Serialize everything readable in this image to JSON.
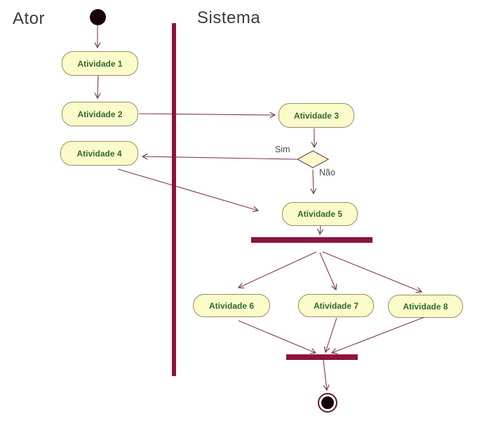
{
  "lanes": [
    {
      "label": "Ator"
    },
    {
      "label": "Sistema"
    }
  ],
  "activities": [
    {
      "label": "Atividade 1"
    },
    {
      "label": "Atividade 2"
    },
    {
      "label": "Atividade 3"
    },
    {
      "label": "Atividade 4"
    },
    {
      "label": "Atividade 5"
    },
    {
      "label": "Atividade 6"
    },
    {
      "label": "Atividade 7"
    },
    {
      "label": "Atividade 8"
    }
  ],
  "decision": {
    "sim_label": "Sim",
    "nao_label": "Não"
  },
  "edges": [
    {
      "from": "start",
      "to": "Atividade 1"
    },
    {
      "from": "Atividade 1",
      "to": "Atividade 2"
    },
    {
      "from": "Atividade 2",
      "to": "Atividade 3"
    },
    {
      "from": "Atividade 3",
      "to": "decision"
    },
    {
      "from": "decision",
      "to": "Atividade 4",
      "guard": "Sim"
    },
    {
      "from": "decision",
      "to": "Atividade 5",
      "guard": "Não"
    },
    {
      "from": "Atividade 4",
      "to": "Atividade 5"
    },
    {
      "from": "Atividade 5",
      "to": "fork"
    },
    {
      "from": "fork",
      "to": "Atividade 6"
    },
    {
      "from": "fork",
      "to": "Atividade 7"
    },
    {
      "from": "fork",
      "to": "Atividade 8"
    },
    {
      "from": "Atividade 6",
      "to": "join"
    },
    {
      "from": "Atividade 7",
      "to": "join"
    },
    {
      "from": "Atividade 8",
      "to": "join"
    },
    {
      "from": "join",
      "to": "end"
    }
  ],
  "colors": {
    "shape_fill": "#fbfbca",
    "shape_border": "#9c8b60",
    "activity_text": "#2e6a2e",
    "connector": "#7d3a52",
    "swimlane_bar": "#8d1340",
    "lane_label": "#3b3b3d",
    "guard_label": "#4b4b4d",
    "node_black": "#150309"
  }
}
